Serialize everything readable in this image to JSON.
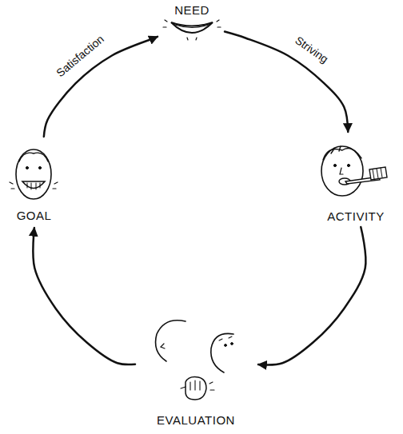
{
  "diagram": {
    "nodes": [
      {
        "text": [
          "NEED"
        ]
      },
      {
        "text": [
          "ACTIVITY"
        ]
      },
      {
        "text": [
          "EVALUATION"
        ]
      },
      {
        "text": [
          "GOAL"
        ]
      }
    ],
    "edges": [
      {
        "from": 0,
        "to": 1,
        "arrow": "to",
        "label": "Striving"
      },
      {
        "from": 1,
        "to": 2,
        "arrow": "to"
      },
      {
        "from": 2,
        "to": 3,
        "arrow": "to"
      },
      {
        "from": 3,
        "to": 0,
        "arrow": "to",
        "label": "Satisfaction"
      }
    ]
  }
}
